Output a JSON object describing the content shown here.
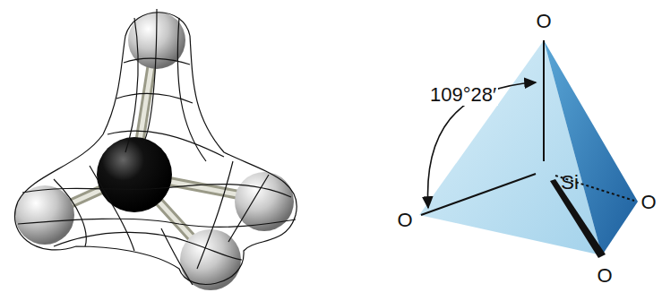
{
  "diagram": {
    "labels": [
      "O",
      "109°28′",
      "Si",
      "O",
      "O",
      "O"
    ]
  }
}
